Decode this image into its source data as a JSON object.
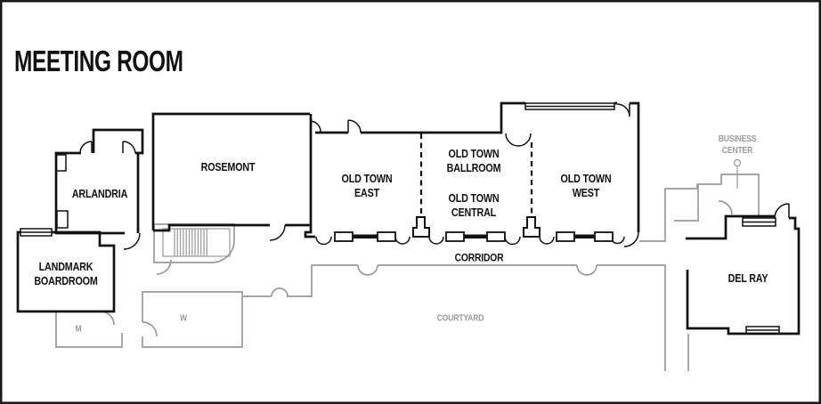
{
  "title": "MEETING ROOM",
  "colors": {
    "wall": "#111111",
    "secondary": "#9a9a9a"
  },
  "labels": {
    "arlandria": "ARLANDRIA",
    "rosemont": "ROSEMONT",
    "old_town_east": "OLD TOWN\nEAST",
    "old_town_ballroom": "OLD TOWN\nBALLROOM",
    "old_town_central": "OLD TOWN\nCENTRAL",
    "old_town_west": "OLD TOWN\nWEST",
    "landmark_boardroom": "LANDMARK\nBOARDROOM",
    "del_ray": "DEL RAY",
    "business_center": "BUSINESS\nCENTER",
    "corridor": "CORRIDOR",
    "courtyard": "COURTYARD",
    "mens_restroom": "M",
    "womens_restroom": "W"
  }
}
